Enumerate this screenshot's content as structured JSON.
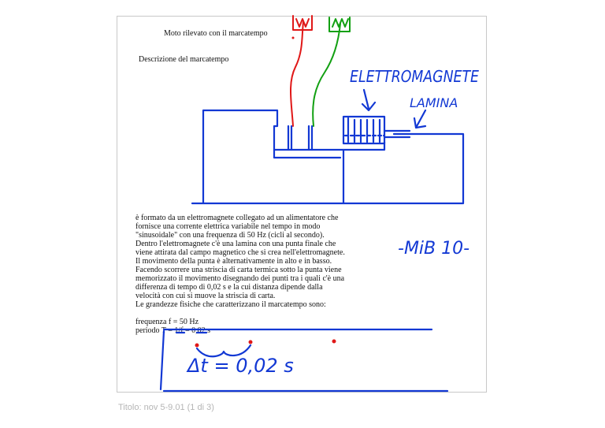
{
  "heading": "Moto rilevato con il marcatempo",
  "subheading": "Descrizione del marcatempo",
  "paragraph_lines": [
    "è formato da un elettromagnete collegato ad un alimentatore che",
    "fornisce una corrente elettrica variabile nel tempo in modo",
    "\"sinusoidale\" con una frequenza di 50 Hz (cicli al secondo).",
    "Dentro l'elettromagnete c'è una lamina con una punta finale che",
    "viene attirata dal campo magnetico che si crea nell'elettromagnete.",
    "Il movimento della punta è alternativamente in alto e in basso.",
    "Facendo scorrere una striscia di carta termica sotto la punta viene",
    "memorizzato il movimento disegnando dei punti tra i quali c'è una",
    "differenza di tempo di 0,02 s e la cui distanza dipende dalla",
    "velocità con cui si muove la striscia di carta.",
    "Le grandezze fisiche che caratterizzano il marcatempo sono:"
  ],
  "frequency_line": "frequenza f = 50 Hz",
  "period_line": "periodo T = 1/f = 0,02 s",
  "handwriting": {
    "electromagnet_label": "ELETTROMAGNETE",
    "lamina_label": "LAMINA",
    "delta_t_label": "Δt = 0,02 s",
    "signature": "-MiB 10-"
  },
  "footer": "Titolo: nov 5-9.01 (1 di 3)",
  "colors": {
    "ink_blue": "#1238d4",
    "ink_red": "#e01818",
    "ink_green": "#12a012"
  }
}
